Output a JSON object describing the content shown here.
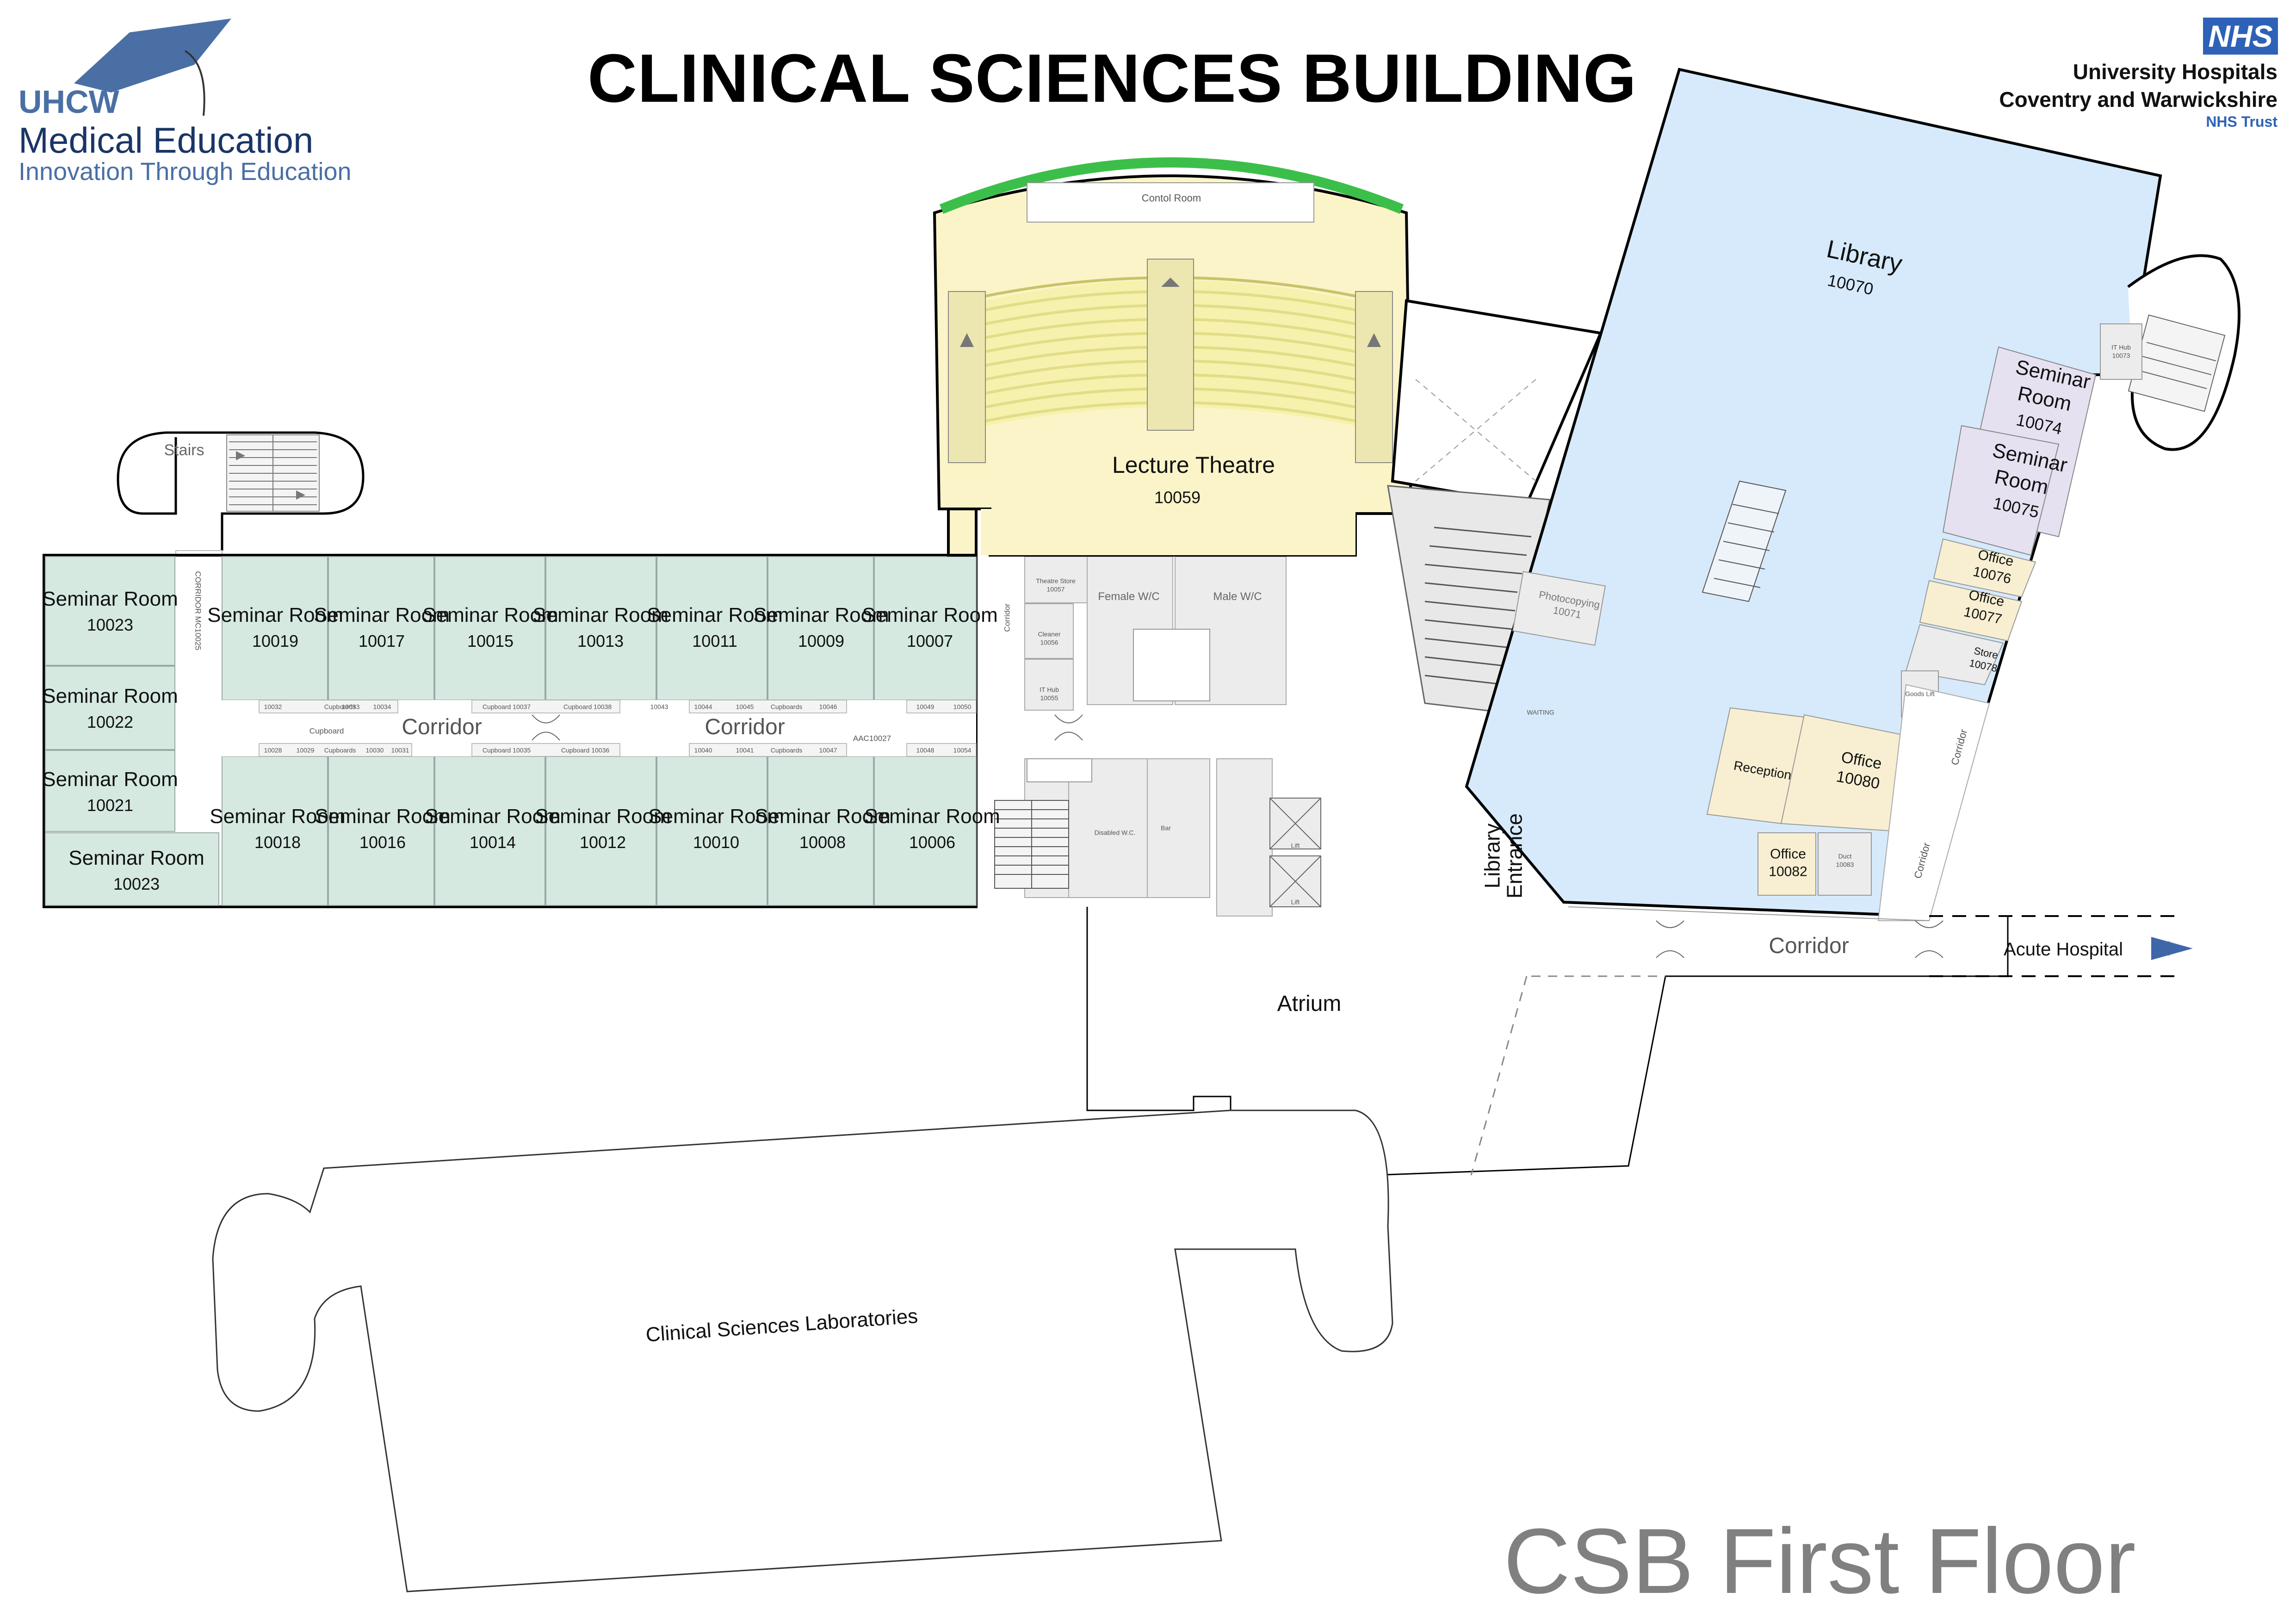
{
  "header": {
    "title": "CLINICAL SCIENCES BUILDING",
    "logo_short": "UHCW",
    "logo_main": "Medical Education",
    "logo_tagline": "Innovation Through Education",
    "nhs_badge": "NHS",
    "trust_line1": "University Hospitals",
    "trust_line2": "Coventry and Warwickshire",
    "trust_line3": "NHS Trust",
    "floor_label": "CSB First Floor"
  },
  "colors": {
    "seminar_green": "#d5e9e1",
    "library_blue": "#d6eafb",
    "lecture_yellow": "#fbf4c8",
    "lecture_seats": "#f3ef9b",
    "office_cream": "#f8efd2",
    "seminar_purple": "#e6e1f1",
    "service_grey": "#ececec",
    "roof_green": "#3cbf4a",
    "arrow_blue": "#3f67a8"
  },
  "seminar_rooms": [
    {
      "name": "Seminar Room",
      "number": "10023"
    },
    {
      "name": "Seminar Room",
      "number": "10022"
    },
    {
      "name": "Seminar Room",
      "number": "10021"
    },
    {
      "name": "Seminar Room",
      "number": "10023"
    },
    {
      "name": "Seminar Room",
      "number": "10019"
    },
    {
      "name": "Seminar Room",
      "number": "10017"
    },
    {
      "name": "Seminar Room",
      "number": "10015"
    },
    {
      "name": "Seminar Room",
      "number": "10013"
    },
    {
      "name": "Seminar Room",
      "number": "10011"
    },
    {
      "name": "Seminar Room",
      "number": "10009"
    },
    {
      "name": "Seminar Room",
      "number": "10007"
    },
    {
      "name": "Seminar Room",
      "number": "10018"
    },
    {
      "name": "Seminar Room",
      "number": "10016"
    },
    {
      "name": "Seminar Room",
      "number": "10014"
    },
    {
      "name": "Seminar Room",
      "number": "10012"
    },
    {
      "name": "Seminar Room",
      "number": "10010"
    },
    {
      "name": "Seminar Room",
      "number": "10008"
    },
    {
      "name": "Seminar Room",
      "number": "10006"
    }
  ],
  "library_rooms": [
    {
      "name": "Seminar Room",
      "number": "10074"
    },
    {
      "name": "Seminar Room",
      "number": "10075"
    },
    {
      "name": "Office",
      "number": "10076"
    },
    {
      "name": "Office",
      "number": "10077"
    },
    {
      "name": "Office",
      "number": "10080"
    },
    {
      "name": "Office",
      "number": "10082"
    }
  ],
  "labels": {
    "stairs": "Stairs",
    "corridor": "Corridor",
    "corridor_vertical": "Corridor",
    "lecture_theatre": "Lecture Theatre",
    "lecture_theatre_num": "10059",
    "control_room": "Contol Room",
    "library": "Library",
    "library_num": "10070",
    "library_entrance": "Library Entrance",
    "reception": "Reception",
    "photocopying": "Photocopying",
    "photocopying_num": "10071",
    "waiting": "WAITING",
    "store": "Store",
    "store_num": "10078",
    "goods_lift": "Goods Lift",
    "duct": "Duct",
    "duct_num": "10083",
    "it_hub": "IT Hub",
    "it_hub_num_library": "10073",
    "it_hub_num": "10055",
    "theatre_store": "Theatre Store",
    "theatre_store_num": "10057",
    "cleaner": "Cleaner",
    "cleaner_num": "10056",
    "female_wc": "Female W/C",
    "male_wc": "Male W/C",
    "disabled_wc": "Disabled W.C.",
    "bar": "Bar",
    "lift": "Lift",
    "atrium": "Atrium",
    "acute_hospital": "Acute Hospital",
    "laboratories": "Clinical Sciences Laboratories",
    "cupboard": "Cupboard",
    "cupboards": "Cupboards",
    "corridor_code": "AAC10027",
    "corridor_mc": "CORRIDOR MC10025",
    "cupboard_codes_top": [
      "10032",
      "10033",
      "10034",
      "Cupboard 10037",
      "Cupboard 10038",
      "10044",
      "10045",
      "10046",
      "10049",
      "10050"
    ],
    "cupboard_codes_bottom": [
      "10028",
      "10029",
      "10030",
      "10031",
      "Cupboard 10035",
      "Cupboard 10036",
      "10040",
      "10041",
      "10047",
      "10048",
      "10054"
    ],
    "corridor_small_code": "10043"
  }
}
